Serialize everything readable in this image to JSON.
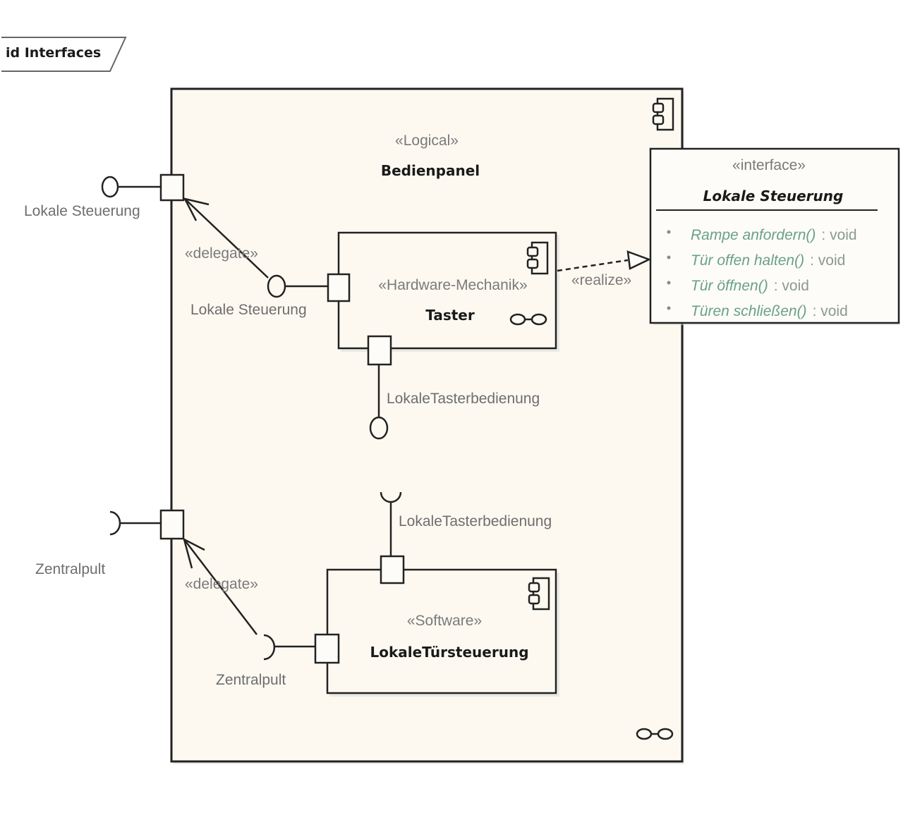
{
  "frame": {
    "label": "id Interfaces"
  },
  "colors": {
    "component_fill": "#fdf9f1",
    "stroke": "#222222",
    "label_gray": "#6e6e6e",
    "operation_green": "#6aa08a"
  },
  "bedienpanel": {
    "stereotype": "«Logical»",
    "name": "Bedienpanel",
    "icons": [
      "component-icon",
      "composite-structure-icon"
    ]
  },
  "taster": {
    "stereotype": "«Hardware-Mechanik»",
    "name": "Taster",
    "icons": [
      "component-icon",
      "composite-structure-icon"
    ]
  },
  "lokale_tuersteuerung": {
    "stereotype": "«Software»",
    "name": "LokaleTürsteuerung",
    "icons": [
      "component-icon"
    ]
  },
  "interface_box": {
    "stereotype": "«interface»",
    "name": "Lokale Steuerung",
    "operations": [
      {
        "name": "Rampe anfordern()",
        "return": ": void"
      },
      {
        "name": "Tür offen halten()",
        "return": ": void"
      },
      {
        "name": "Tür öffnen()",
        "return": ": void"
      },
      {
        "name": "Türen schließen()",
        "return": ": void"
      }
    ]
  },
  "ports": {
    "outer_provided_label": "Lokale Steuerung",
    "inner_provided_label": "Lokale Steuerung",
    "taster_bottom_label": "LokaleTasterbedienung",
    "software_top_label": "LokaleTasterbedienung",
    "outer_required_label": "Zentralpult",
    "inner_required_label": "Zentralpult"
  },
  "connectors": {
    "delegate_top": "«delegate»",
    "delegate_bottom": "«delegate»",
    "realize": "«realize»"
  }
}
